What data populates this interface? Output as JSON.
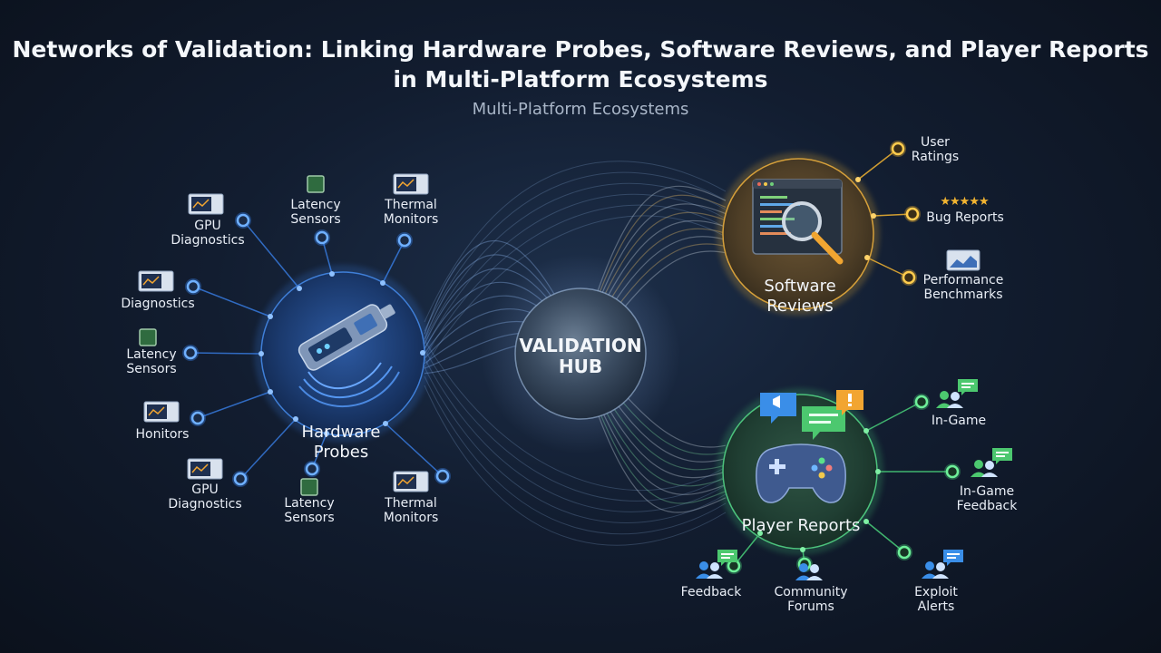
{
  "title_line1": "Networks of Validation: Linking Hardware Probes, Software Reviews, and Player Reports",
  "title_line2": "in Multi-Platform Ecosystems",
  "subtitle": "Multi-Platform Ecosystems",
  "hub": {
    "line1": "VALIDATION",
    "line2": "HUB"
  },
  "hardware": {
    "label_line1": "Hardware",
    "label_line2": "Probes",
    "color": "#3d8bff",
    "items": [
      {
        "l1": "GPU",
        "l2": "Diagnostics",
        "icon": "monitor-icon"
      },
      {
        "l1": "Latency",
        "l2": "Sensors",
        "icon": "chip-icon"
      },
      {
        "l1": "Thermal",
        "l2": "Monitors",
        "icon": "monitor-icon"
      },
      {
        "l1": "Diagnostics",
        "l2": "",
        "icon": "monitor-icon"
      },
      {
        "l1": "Latency",
        "l2": "Sensors",
        "icon": "chip-icon"
      },
      {
        "l1": "Honitors",
        "l2": "",
        "icon": "monitor-icon"
      },
      {
        "l1": "GPU",
        "l2": "Diagnostics",
        "icon": "monitor-icon"
      },
      {
        "l1": "Latency",
        "l2": "Sensors",
        "icon": "chip-icon"
      },
      {
        "l1": "Thermal",
        "l2": "Monitors",
        "icon": "monitor-icon"
      }
    ]
  },
  "software": {
    "label_line1": "Software",
    "label_line2": "Reviews",
    "color": "#f2b431",
    "stars": "★★★★★",
    "items": [
      {
        "l1": "User",
        "l2": "Ratings",
        "icon": "star-icon"
      },
      {
        "l1": "Bug Reports",
        "l2": "",
        "icon": "star-rating-icon"
      },
      {
        "l1": "Performance",
        "l2": "Benchmarks",
        "icon": "chart-icon"
      }
    ]
  },
  "player": {
    "label": "Player Reports",
    "color": "#49d07a",
    "items": [
      {
        "l1": "In-Game",
        "l2": "",
        "icon": "users-chat-icon"
      },
      {
        "l1": "In-Game",
        "l2": "Feedback",
        "icon": "users-chat-icon"
      },
      {
        "l1": "Exploit",
        "l2": "Alerts",
        "icon": "users-chat-icon"
      },
      {
        "l1": "Community",
        "l2": "Forums",
        "icon": "users-icon"
      },
      {
        "l1": "Feedback",
        "l2": "",
        "icon": "users-chat-icon"
      }
    ]
  }
}
